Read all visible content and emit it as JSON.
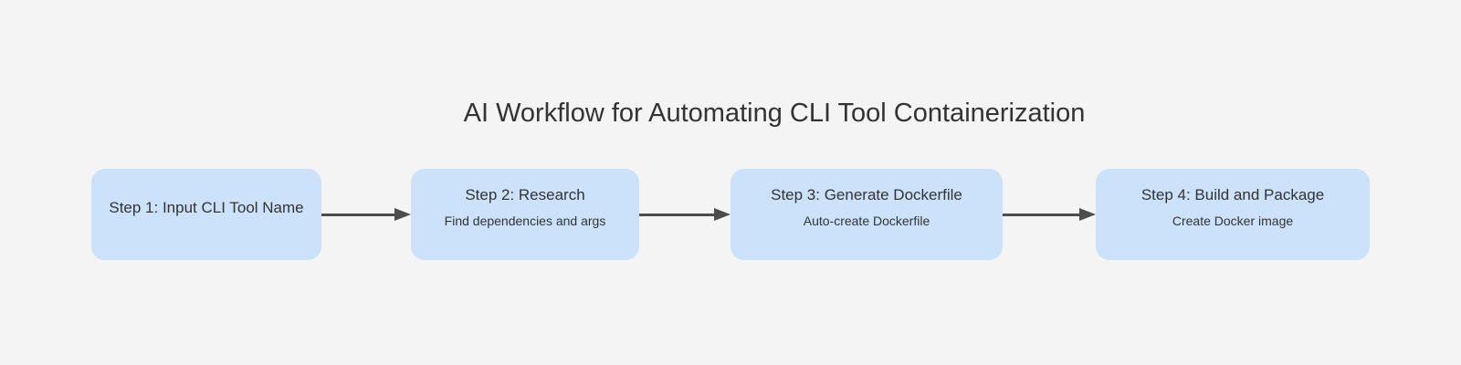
{
  "title": "AI Workflow for Automating CLI Tool Containerization",
  "colors": {
    "background": "#f4f4f4",
    "node_fill": "#cbe2fa",
    "node_text": "#333333",
    "title_text": "#333333",
    "arrow": "#4d4d4d"
  },
  "diagram": {
    "type": "flowchart",
    "direction": "left-to-right",
    "nodes": [
      {
        "id": "step1",
        "label": "Step 1: Input CLI Tool Name",
        "sublabel": ""
      },
      {
        "id": "step2",
        "label": "Step 2: Research",
        "sublabel": "Find dependencies and args"
      },
      {
        "id": "step3",
        "label": "Step 3: Generate Dockerfile",
        "sublabel": "Auto-create Dockerfile"
      },
      {
        "id": "step4",
        "label": "Step 4: Build and Package",
        "sublabel": "Create Docker image"
      }
    ],
    "edges": [
      {
        "from": "step1",
        "to": "step2"
      },
      {
        "from": "step2",
        "to": "step3"
      },
      {
        "from": "step3",
        "to": "step4"
      }
    ]
  }
}
